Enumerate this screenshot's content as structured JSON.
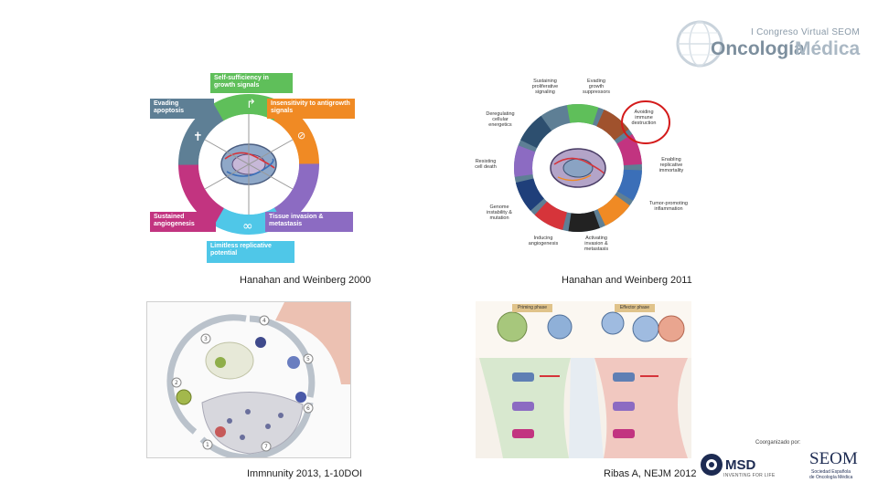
{
  "header": {
    "congress": "I Congreso Virtual SEOM",
    "onco": "Oncología",
    "medica": "Médica"
  },
  "figures": {
    "hallmarks_2000": {
      "caption": "Hanahan and Weinberg 2000",
      "top": "Self-sufficiency in growth signals",
      "left": "Evading apoptosis",
      "right": "Insensitivity to antigrowth signals",
      "bottom_left": "Sustained angiogenesis",
      "bottom_right": "Tissue invasion & metastasis",
      "bottom": "Limitless replicative potential"
    },
    "hallmarks_2011": {
      "caption": "Hanahan and Weinberg 2011",
      "labels": [
        "Sustaining proliferative signaling",
        "Evading growth suppressors",
        "Avoiding immune destruction",
        "Deregulating cellular energetics",
        "Enabling replicative immortality",
        "Resisting cell death",
        "Tumor-promoting inflammation",
        "Genome instability & mutation",
        "Inducing angiogenesis",
        "Activating invasion & metastasis"
      ]
    },
    "immunity_cycle": {
      "caption": "Immnunity 2013, 1-10DOI"
    },
    "ribas": {
      "caption": "Ribas A, NEJM 2012",
      "priming": "Priming phase",
      "effector": "Effector phase"
    }
  },
  "sponsor": {
    "label": "Coorganizado por:",
    "msd": "MSD",
    "msd_sub": "INVENTING FOR LIFE",
    "seom": "SEOM",
    "seom_sub1": "Sociedad Española",
    "seom_sub2": "de Oncología Médica"
  },
  "colors": {
    "green": "#5fbf5a",
    "orange": "#f08a24",
    "purple": "#8c6bc2",
    "blue_grey": "#5e7f95",
    "red": "#d6343a",
    "cyan": "#4fc7e8",
    "pink": "#c23480",
    "annotation_red": "#d41a1a"
  }
}
